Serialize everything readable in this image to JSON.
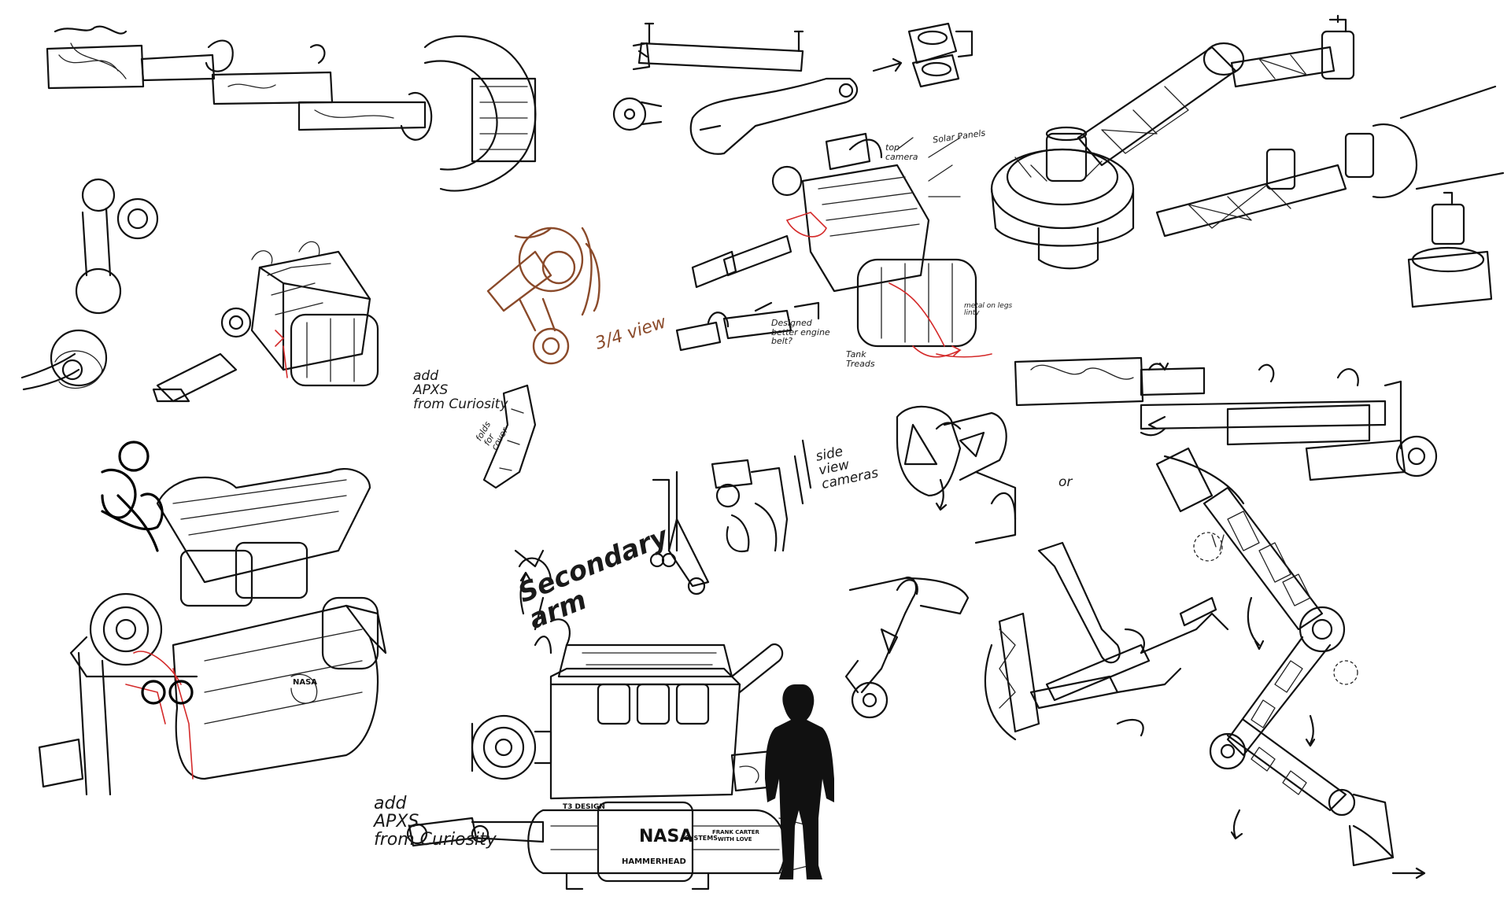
{
  "sheet": {
    "title": "",
    "ink_color": "#111111",
    "accent_red": "#d42a2a",
    "accent_brown": "#8a4a2a",
    "background": "#ffffff"
  },
  "notes": {
    "add_apxs_top": "add\nAPXS\nfrom Curiosity",
    "folds_for_cover": "folds\nfor\ncover",
    "three_quarter_view": "3/4 view",
    "solar_panels": "Solar Panels",
    "top_camera": "top\ncamera",
    "designed_better_engine": "Designed\nbetter engine\nbelt?",
    "tank_treads": "Tank\nTreads",
    "metal_on_legs": "metal on legs\nlinty",
    "side_view_cameras": "side\nview\ncameras",
    "or": "or",
    "secondary_arm": "Secondary\narm",
    "add_apxs_bottom": "add\nAPXS\nfrom Curiosity"
  },
  "stamps": {
    "nasa_logo": "NASA",
    "systems": "SYSTEMS",
    "design_tag": "T3 DESIGN",
    "hammerhead": "HAMMERHEAD",
    "frank_carter": "FRANK CARTER\nWITH LOVE",
    "nasa_small": "NASA"
  },
  "icons": {
    "human_scale": "person-silhouette-icon",
    "arrows": "curved-arrow-icon"
  }
}
